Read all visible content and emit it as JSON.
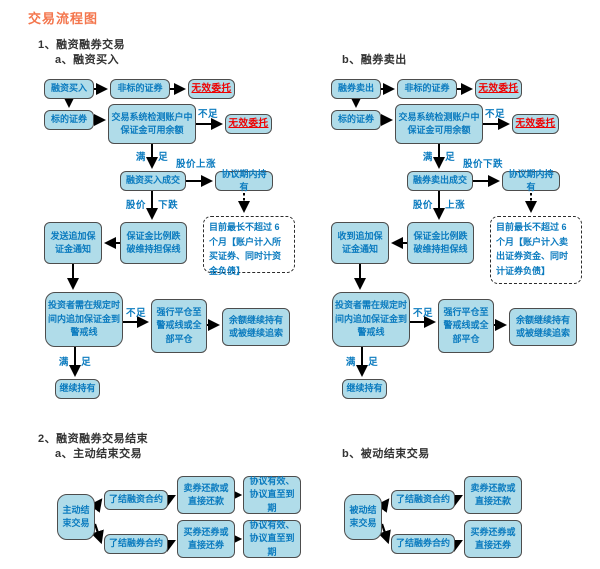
{
  "title": "交易流程图",
  "section1": {
    "heading": "1、融资融券交易",
    "sub_a": "a、融资买入",
    "sub_b": "b、融券卖出"
  },
  "section2": {
    "heading": "2、融资融券交易结束",
    "sub_a": "a、主动结束交易",
    "sub_b": "b、被动结束交易"
  },
  "labels": {
    "insufficient": "不足",
    "satisfied": "满 足",
    "price_up": "股价上涨",
    "price_down": "股价下跌",
    "price_up_split": "股价 上涨",
    "price_down_split": "股价 下跌"
  },
  "flow_buy": {
    "start": "融资买入",
    "non_target": "非标的证券",
    "invalid_order_1": "无效委托",
    "target": "标的证券",
    "check_margin": "交易系统检测账户中保证金可用余额",
    "invalid_order_2": "无效委托",
    "deal": "融资买入成交",
    "hold_in_period": "协议期内持有",
    "margin_break": "保证金比例跌破维持担保线",
    "send_notice": "发送追加保证金通知",
    "note": "目前最长不超过 6 个月【账户计入所买证券、同时计资金负债】",
    "add_margin": "投资者需在规定时间内追加保证金到警戒线",
    "force_close": "强行平仓至警戒线或全部平仓",
    "balance_pursue": "余额继续持有或被继续追索",
    "keep_holding": "继续持有"
  },
  "flow_sell": {
    "start": "融券卖出",
    "non_target": "非标的证券",
    "invalid_order_1": "无效委托",
    "target": "标的证券",
    "check_margin": "交易系统检测账户中保证金可用余额",
    "invalid_order_2": "无效委托",
    "deal": "融券卖出成交",
    "hold_in_period": "协议期内持有",
    "margin_break": "保证金比例跌破维持担保线",
    "receive_notice": "收到追加保证金通知",
    "note": "目前最长不超过 6 个月【账户计入卖出证券资金、同时计证券负债】",
    "add_margin": "投资者需在规定时间内追加保证金到警戒线",
    "force_close": "强行平仓至警戒线或全部平仓",
    "balance_pursue": "余额继续持有或被继续追索",
    "keep_holding": "继续持有"
  },
  "flow_active_end": {
    "start": "主动结束交易",
    "settle_financing": "了结融资合约",
    "sell_repay": "卖券还款或直接还款",
    "agreement_valid_1": "协议有效、协议直至到期",
    "settle_short": "了结融券合约",
    "buy_return": "买券还券或直接还券",
    "agreement_valid_2": "协议有效、协议直至到期"
  },
  "flow_passive_end": {
    "start": "被动结束交易",
    "settle_financing": "了结融资合约",
    "sell_repay": "卖券还款或直接还款",
    "settle_short": "了结融券合约",
    "buy_return": "买券还券或直接还券"
  },
  "colors": {
    "node_fill": "#b0dce9",
    "node_border": "#4d4d4d",
    "text_blue": "#0b7bbf",
    "text_red": "#ee0000",
    "title_orange": "#f4764d",
    "heading_dark": "#333333"
  }
}
